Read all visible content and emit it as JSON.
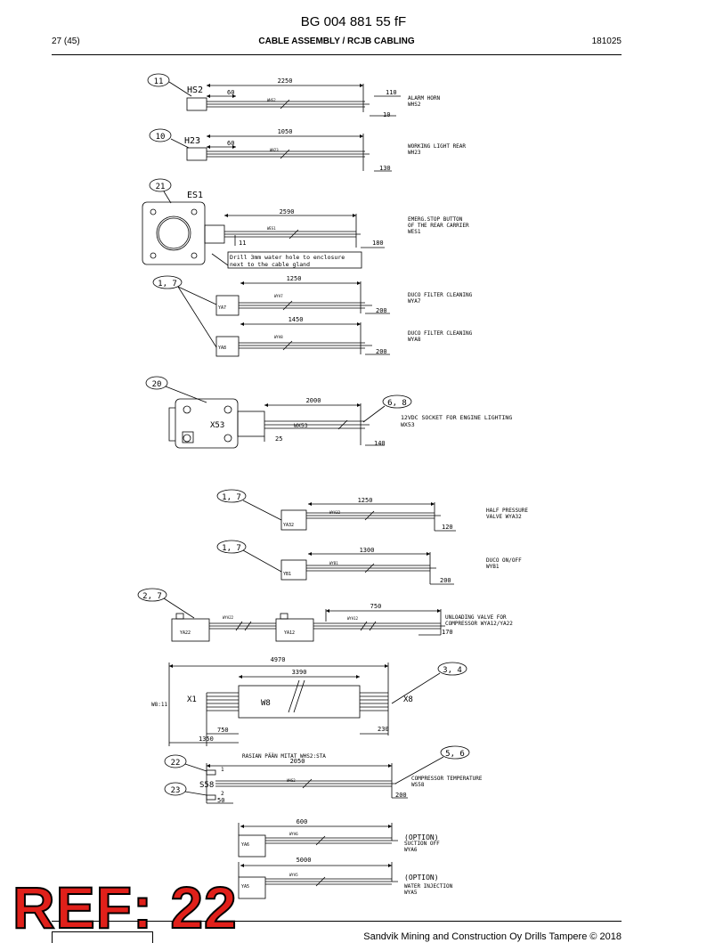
{
  "header": {
    "doc_number": "BG 004 881 55 fF",
    "page": "27 (45)",
    "title": "CABLE ASSEMBLY / RCJB CABLING",
    "date_code": "181025"
  },
  "cables": [
    {
      "ref": "11",
      "comp": "HS2",
      "length": "2250",
      "dim_a": "60",
      "dim_b": "110",
      "dim_c": "10",
      "wire": "WHS2",
      "desc1": "ALARM HORN",
      "desc2": "WHS2"
    },
    {
      "ref": "10",
      "comp": "H23",
      "length": "1050",
      "dim_a": "60",
      "dim_b": "130",
      "wire": "WH23",
      "desc1": "WORKING LIGHT REAR",
      "desc2": "WH23"
    },
    {
      "ref": "21",
      "comp": "ES1",
      "length": "2590",
      "dim_a": "11",
      "dim_b": "180",
      "wire": "WES1",
      "desc1": "EMERG.STOP BUTTON",
      "desc2": "OF THE REAR CARRIER",
      "desc3": "WES1",
      "note1": "Drill 3mm water hole to enclosure",
      "note2": "next to the cable gland"
    },
    {
      "ref": "1, 7",
      "comp": "YA7",
      "length": "1250",
      "dim_b": "200",
      "wire": "WYA7",
      "desc1": "DUCO FILTER CLEANING",
      "desc2": "WYA7"
    },
    {
      "ref": "",
      "comp": "YA8",
      "length": "1450",
      "dim_b": "200",
      "wire": "WYA8",
      "desc1": "DUCO FILTER CLEANING",
      "desc2": "WYA8"
    },
    {
      "ref": "20",
      "ref2": "6, 8",
      "comp": "X53",
      "length": "2000",
      "dim_a": "25",
      "dim_b": "140",
      "wire": "WX53",
      "desc1": "12VDC SOCKET FOR ENGINE LIGHTING",
      "desc2": "WX53"
    },
    {
      "ref": "1, 7",
      "comp": "YA32",
      "length": "1250",
      "dim_b": "120",
      "wire": "WYA32",
      "desc1": "HALF PRESSURE",
      "desc2": "VALVE WYA32"
    },
    {
      "ref": "1, 7",
      "comp": "YB1",
      "length": "1300",
      "dim_b": "200",
      "wire": "WYB1",
      "desc1": "DUCO ON/OFF",
      "desc2": "WYB1"
    },
    {
      "ref": "2, 7",
      "comp": "YA22",
      "comp2": "YA12",
      "length": "750",
      "dim_b": "170",
      "wire": "WYA22",
      "wire2": "WYA12",
      "desc1": "UNLOADING VALVE FOR",
      "desc2": "COMPRESSOR WYA12/YA22"
    },
    {
      "ref": "3, 4",
      "comp": "X1",
      "comp2": "X8",
      "mid": "W8",
      "left": "W8:11",
      "length": "4970",
      "length2": "3390",
      "dim_a": "750",
      "dim_c": "1350",
      "dim_b": "230"
    },
    {
      "ref": "22",
      "ref2": "23",
      "ref3": "5, 6",
      "comp": "S58",
      "pin1": "1",
      "pin2": "2",
      "note": "RASIAN PÄÄN MITAT WHS2:STA",
      "length": "2050",
      "dim_a": "50",
      "dim_b": "200",
      "wire": "WHS2",
      "desc1": "COMPRESSOR TEMPERATURE",
      "desc2": "WS58"
    },
    {
      "comp": "YA6",
      "length": "600",
      "wire": "WYA6",
      "desc0": "(OPTION)",
      "desc1": "SUCTION OFF",
      "desc2": "WYA6"
    },
    {
      "comp": "YA5",
      "length": "5000",
      "wire": "WYA5",
      "desc0": "(OPTION)",
      "desc1": "WATER INJECTION",
      "desc2": "WYA5"
    }
  ],
  "stamp": "REF: 22",
  "footer": "Sandvik Mining and Construction Oy Drills Tampere © 2018"
}
